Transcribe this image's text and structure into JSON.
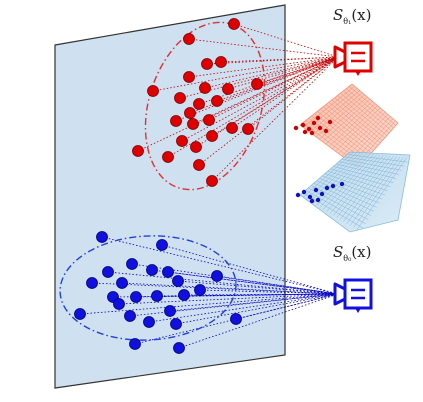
{
  "labels": {
    "top": {
      "base": "S",
      "sub": "θ₁",
      "arg": "(x)"
    },
    "bottom": {
      "base": "S",
      "sub": "θ₀",
      "arg": "(x)"
    }
  },
  "colors": {
    "plane_fill": "#cfe0f1",
    "plane_stroke": "#333333",
    "red": "#e00000",
    "blue": "#1010e0",
    "mesh_red": "#f4a58e",
    "mesh_blue": "#a9cde4"
  },
  "icons": [
    "camera-icon-top",
    "camera-icon-bottom"
  ]
}
